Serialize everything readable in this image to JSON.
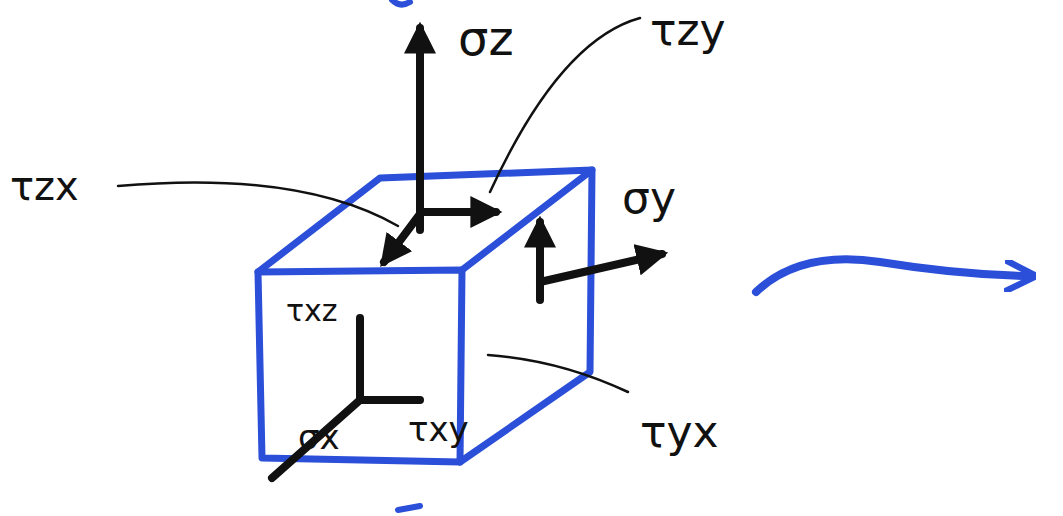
{
  "diagram": {
    "labels": [
      "σz",
      "τzy",
      "τzx",
      "σy",
      "τyx",
      "τxz",
      "σx",
      "τxy"
    ]
  }
}
